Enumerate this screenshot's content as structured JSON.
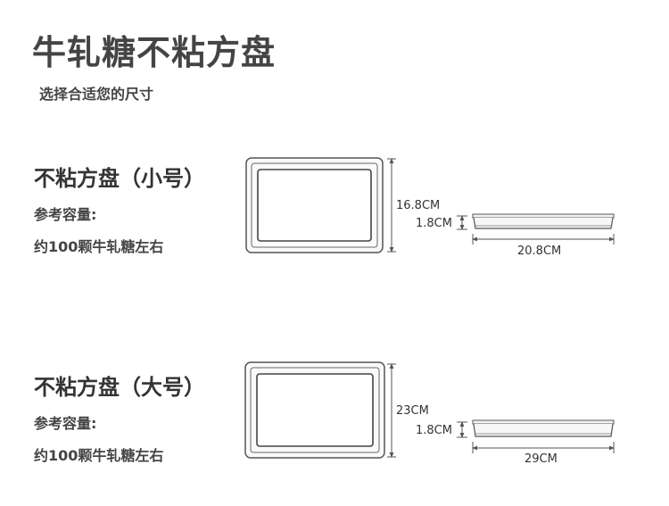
{
  "header": {
    "title": "牛轧糖不粘方盘",
    "subtitle": "选择合适您的尺寸"
  },
  "sections": [
    {
      "title": "不粘方盘（小号）",
      "capacity_label": "参考容量:",
      "capacity_desc": "约100颗牛轧糖左右",
      "height_label": "16.8CM",
      "depth_label": "1.8CM",
      "width_label": "20.8CM"
    },
    {
      "title": "不粘方盘（大号）",
      "capacity_label": "参考容量:",
      "capacity_desc": "约100颗牛轧糖左右",
      "height_label": "23CM",
      "depth_label": "1.8CM",
      "width_label": "29CM"
    }
  ],
  "colors": {
    "line": "#555555",
    "tray_fill": "#f2f2f2"
  }
}
